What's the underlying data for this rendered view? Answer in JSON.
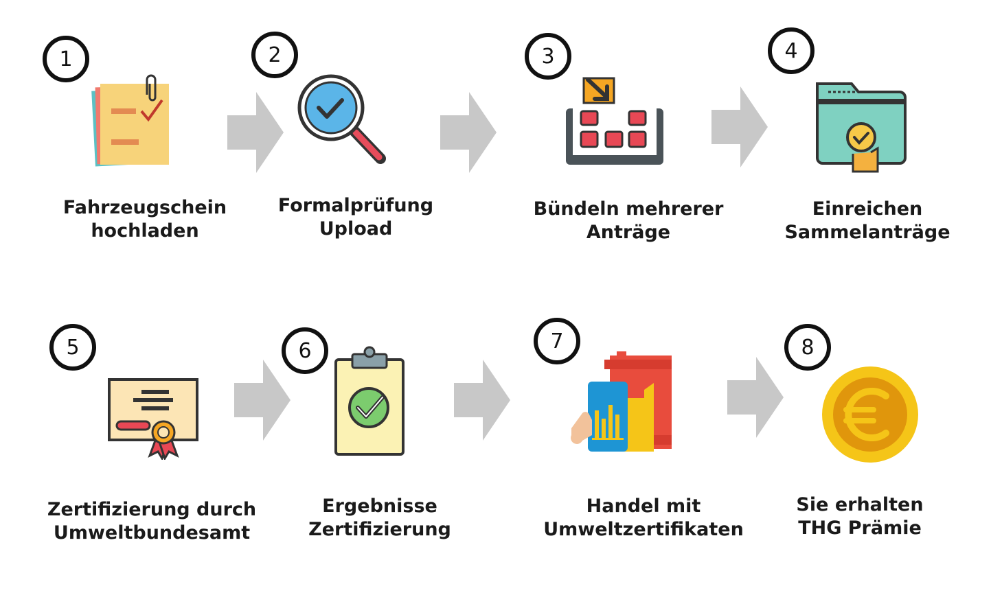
{
  "steps": [
    {
      "number": "1",
      "line1": "Fahrzeugschein",
      "line2": "hochladen"
    },
    {
      "number": "2",
      "line1": "Formalprüfung",
      "line2": "Upload"
    },
    {
      "number": "3",
      "line1": "Bündeln mehrerer",
      "line2": "Anträge"
    },
    {
      "number": "4",
      "line1": "Einreichen",
      "line2": "Sammelanträge"
    },
    {
      "number": "5",
      "line1": "Zertifizierung durch",
      "line2": "Umweltbundesamt"
    },
    {
      "number": "6",
      "line1": "Ergebnisse",
      "line2": "Zertifizierung"
    },
    {
      "number": "7",
      "line1": "Handel mit",
      "line2": "Umweltzertifikaten"
    },
    {
      "number": "8",
      "line1": "Sie erhalten",
      "line2": "THG Prämie"
    }
  ],
  "icons": [
    "documents-checklist-icon",
    "magnifier-check-icon",
    "bundle-box-icon",
    "folder-check-icon",
    "certificate-icon",
    "clipboard-check-icon",
    "trading-chart-icon",
    "euro-coin-icon"
  ],
  "colors": {
    "arrow": "#c8c8c8",
    "outline": "#111111"
  }
}
